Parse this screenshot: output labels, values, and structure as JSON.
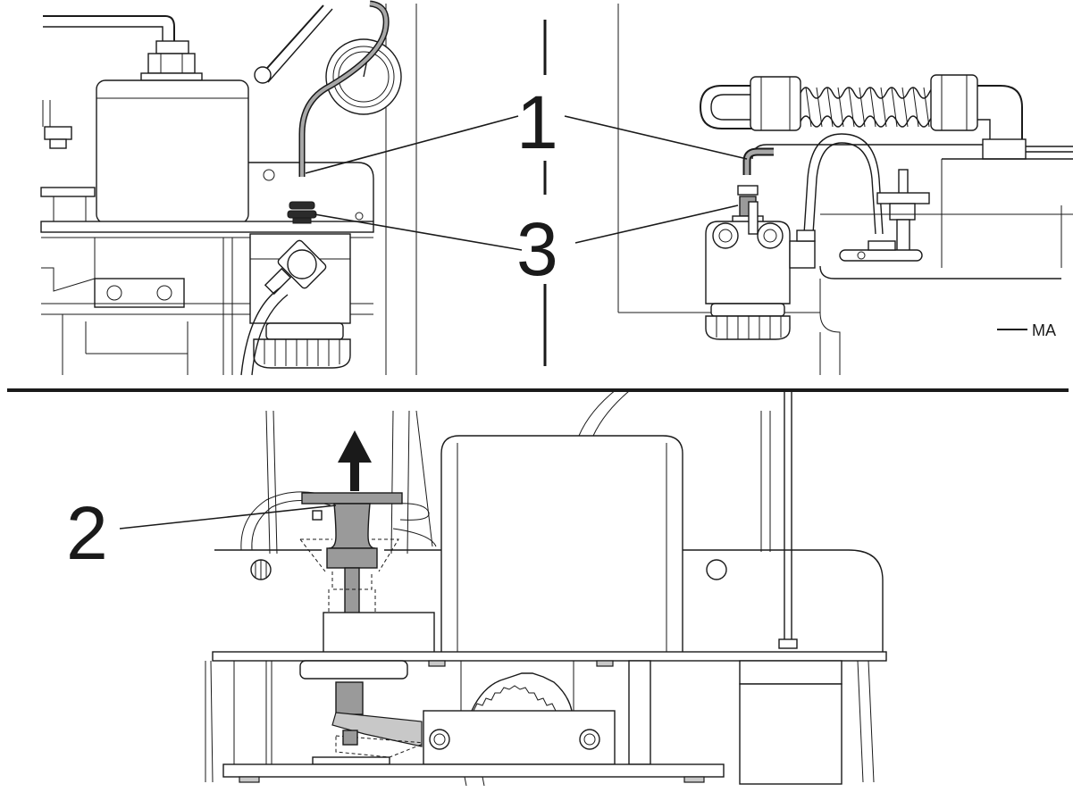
{
  "callouts": {
    "one": "1",
    "two": "2",
    "three": "3"
  },
  "reference_label": "MA",
  "colors": {
    "line": "#1a1a1a",
    "part_gray": "#9a9a9a",
    "light_gray": "#c8c8c8",
    "background": "#ffffff"
  }
}
